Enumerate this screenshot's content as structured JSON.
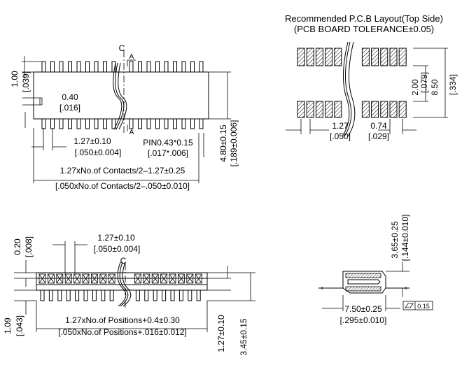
{
  "layout": {
    "title_line1": "Recommended P.C.B Layout(Top Side)",
    "title_line2": "(PCB BOARD TOLERANCE±0.05)",
    "pitch_mm": "1.27",
    "pitch_in": "[.050]",
    "pad_width_mm": "0.74",
    "pad_width_in": "[.029]",
    "row_gap_mm": "2.00",
    "row_gap_in": "[.079]",
    "overall_mm": "8.50",
    "overall_in": "[.334]"
  },
  "top_view": {
    "centerline": "C",
    "section_label": "A",
    "lead_height_mm": "1.00",
    "lead_height_in": "[.039]",
    "lead_thickness_mm": "0.40",
    "lead_thickness_in": "[.016]",
    "pitch_mm": "1.27±0.10",
    "pitch_in": "[.050±0.004]",
    "pin_mm": "PIN0.43*0.15",
    "pin_in": "[.017*.006]",
    "length_mm": "1.27xNo.of Contacts/2–1.27±0.25",
    "length_in": "[.050xNo.of Contacts/2–.050±0.010]",
    "width_mm": "4.80±0.15",
    "width_in": "[.189±0.006]"
  },
  "front_view": {
    "centerline": "C",
    "offset_mm": "0.20",
    "offset_in": "[.008]",
    "pitch_mm": "1.27±0.10",
    "pitch_in": "[.050±0.004]",
    "height_mm": "1.09",
    "height_in": "[.043]",
    "length_mm": "1.27xNo.of Positions+0.4±0.30",
    "length_in": "[.050xNo.of Positions+.016±0.012]",
    "right_dim_1": "1.27±0.10",
    "right_dim_2": "3.45±0.15"
  },
  "side_view": {
    "height_mm": "3.65±0.25",
    "height_in": "[.144±0.010]",
    "width_mm": "7.50±0.25",
    "width_in": "[.295±0.010]",
    "flatness": "0.15"
  }
}
